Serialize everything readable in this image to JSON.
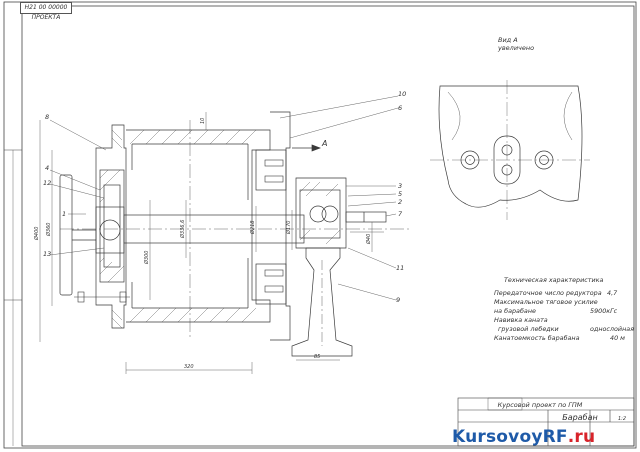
{
  "corner_stamp": "Н21 00 00000 ПРОЕКТА",
  "view_label": {
    "title": "Вид А",
    "subtitle": "увеличено"
  },
  "arrow_label": "А",
  "callouts": [
    "1",
    "2",
    "3",
    "4",
    "5",
    "6",
    "7",
    "8",
    "9",
    "10",
    "11",
    "12",
    "13"
  ],
  "dimensions": {
    "d1": "Ø400",
    "d2": "Ø360",
    "d3": "Ø300",
    "d4": "Ø336,6",
    "d5": "Ø218",
    "d6": "Ø170",
    "d7": "Ø40",
    "len": "320",
    "len2": "85",
    "len3": "10"
  },
  "spec": {
    "heading": "Техническая характеристика",
    "rows": [
      {
        "label": "Передаточное число редуктора",
        "value": "4,7"
      },
      {
        "label": "Максимальное тяговое усилие",
        "value": ""
      },
      {
        "label": "на барабане",
        "value": "5900кГс"
      },
      {
        "label": "Навивка каната",
        "value": ""
      },
      {
        "label": "грузовой лебедки",
        "value": "однослойная"
      },
      {
        "label": "Канатоемкость барабана",
        "value": "40 м"
      }
    ]
  },
  "title_block": {
    "project": "Курсовой проект по ГПМ",
    "name": "Барабан",
    "sheet": "1:2"
  },
  "brand": {
    "part1": "KursovoyRF",
    "part2": ".ru"
  },
  "colors": {
    "line": "#3a3a3a",
    "brand_blue": "#1e5aa8",
    "brand_red": "#d8232a"
  }
}
